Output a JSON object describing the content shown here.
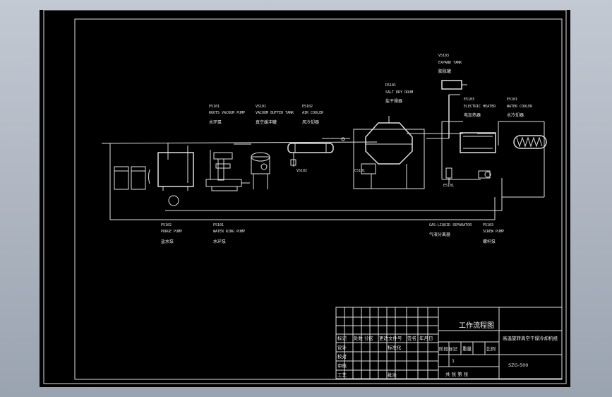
{
  "equipment": {
    "vacuum_pump": {
      "code": "P5101",
      "en": "ROOTS VACUUM PUMP",
      "cn": "水环泵"
    },
    "buffer_tank": {
      "code": "V5101",
      "en": "VACUUM BUFFER TANK",
      "cn": "真空缓冲罐"
    },
    "air_cooler": {
      "code": "E5102",
      "en": "AIR COOLER",
      "cn": "风冷却器"
    },
    "dryer": {
      "code": "D5101",
      "en": "SALT DRY DRUM",
      "cn": "盐干燥器"
    },
    "expand_tank": {
      "code": "V5103",
      "en": "EXPAND TANK",
      "cn": "膨胀罐"
    },
    "heater": {
      "code": "E5103",
      "en": "ELECTRIC HEATER",
      "cn": "电加热器"
    },
    "water_cooler": {
      "code": "E5101",
      "en": "WATER COOLER",
      "cn": "水冷却器"
    },
    "purge_pump": {
      "code": "P5102",
      "en": "PURGE PUMP",
      "cn": "盐水泵"
    },
    "ring_pump": {
      "code": "P5101",
      "en": "WATER RING PUMP",
      "cn": "水环泵"
    },
    "separator": {
      "code": "",
      "en": "GAS-LIQUID SEPARATOR",
      "cn": "气液分离器"
    },
    "screw_pump": {
      "code": "P5103",
      "en": "SCREW PUMP",
      "cn": "螺杆泵"
    },
    "tag_c5101": "C5101",
    "tag_v5102": "V5102",
    "tag_e5101": "E5101"
  },
  "title_block": {
    "drawing_title": "工作流程图",
    "product": "高温旋转真空干燥冷却机组",
    "drawing_no": "SZG-500",
    "h_mark": "标记",
    "h_count": "处数",
    "h_zone": "分区",
    "h_doc": "更改文件号",
    "h_sign": "签名",
    "h_date": "年月日",
    "r_design": "设计",
    "r_std": "标准化",
    "r_check": "校对",
    "r_review": "审核",
    "r_process": "工艺",
    "r_approve": "批准",
    "h_stage": "阶段标记",
    "h_weight": "重量",
    "h_ratio": "比例",
    "scale": "1",
    "sheets": "共 张 第 张"
  }
}
